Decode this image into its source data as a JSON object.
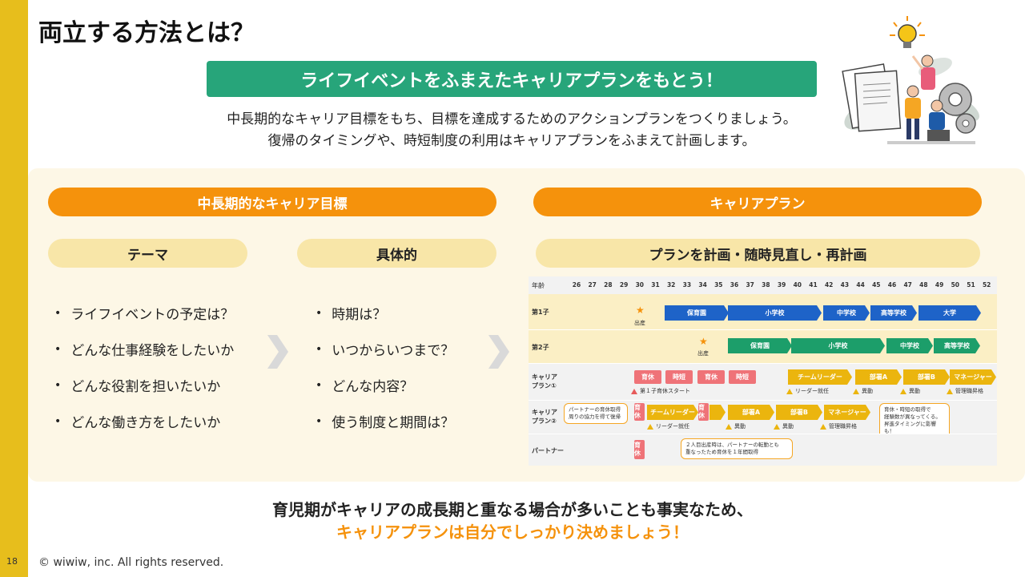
{
  "page_number": "18",
  "copyright": "© wiwiw, inc. All rights reserved.",
  "title": "両立する方法とは？",
  "banner": "ライフイベントをふまえたキャリアプランをもとう！",
  "intro": [
    "中長期的なキャリア目標をもち、目標を達成するためのアクションプランをつくりましょう。",
    "復帰のタイミングや、時短制度の利用はキャリアプランをふまえて計画します。"
  ],
  "left_section": {
    "header": "中長期的なキャリア目標",
    "theme": {
      "label": "テーマ",
      "items": [
        "ライフイベントの予定は？",
        "どんな仕事経験をしたいか",
        "どんな役割を担いたいか",
        "どんな働き方をしたいか"
      ]
    },
    "concrete": {
      "label": "具体的",
      "items": [
        "時期は？",
        "いつからいつまで？",
        "どんな内容？",
        "使う制度と期間は？"
      ]
    }
  },
  "right_section": {
    "header": "キャリアプラン",
    "subheader": "プランを計画・随時見直し・再計画"
  },
  "plan_chart": {
    "age_label": "年齢",
    "ages": [
      "26",
      "27",
      "28",
      "29",
      "30",
      "31",
      "32",
      "33",
      "34",
      "35",
      "36",
      "37",
      "38",
      "39",
      "40",
      "41",
      "42",
      "43",
      "44",
      "45",
      "46",
      "47",
      "48",
      "49",
      "50",
      "51",
      "52"
    ],
    "row_labels": {
      "child1": "第1子",
      "child2": "第2子",
      "career1": [
        "キャリア",
        "プラン①"
      ],
      "career2": [
        "キャリア",
        "プラン②"
      ],
      "partner": "パートナー"
    },
    "child1": {
      "birth": "出産",
      "bars": [
        {
          "label": "保育園",
          "start": 31,
          "end": 35
        },
        {
          "label": "小学校",
          "start": 35,
          "end": 41
        },
        {
          "label": "中学校",
          "start": 41,
          "end": 44
        },
        {
          "label": "高等学校",
          "start": 44,
          "end": 47
        },
        {
          "label": "大学",
          "start": 47,
          "end": 51
        }
      ]
    },
    "child2": {
      "birth": "出産",
      "bars": [
        {
          "label": "保育園",
          "start": 35,
          "end": 39
        },
        {
          "label": "小学校",
          "start": 39,
          "end": 45
        },
        {
          "label": "中学校",
          "start": 45,
          "end": 48
        },
        {
          "label": "高等学校",
          "start": 48,
          "end": 51
        }
      ]
    },
    "career1": {
      "pinks": [
        "育休",
        "時短",
        "育休",
        "時短"
      ],
      "golds": [
        "チームリーダー",
        "部署A",
        "部署B",
        "マネージャー"
      ],
      "notes": [
        "第１子育休スタート",
        "リーダー就任",
        "異動",
        "異動",
        "管理職昇格"
      ]
    },
    "career2": {
      "pinks": [
        "育休",
        "育休"
      ],
      "golds": [
        "チームリーダー",
        "部署A",
        "部署B",
        "マネージャー"
      ],
      "notes": [
        "リーダー就任",
        "異動",
        "異動",
        "管理職昇格"
      ],
      "callout_left": [
        "パートナーの育休取得",
        "周りの協力を得て復帰"
      ],
      "callout_right": [
        "育休・時短の取得で",
        "経験数が異なってくる。",
        "昇進タイミングに影響も！"
      ]
    },
    "partner": {
      "pink": "育休",
      "callout": [
        "２人目出産時は、パートナーの転勤とも",
        "重なったため育休を１年間取得"
      ]
    }
  },
  "bottom": {
    "line1": "育児期がキャリアの成長期と重なる場合が多いことも事実なため、",
    "line2": "キャリアプランは自分でしっかり決めましょう！"
  },
  "colors": {
    "sidebar": "#E7BE1C",
    "banner": "#27A57A",
    "orange": "#F5920C",
    "cream": "#F8E6A8",
    "blue": "#1E63C8",
    "green": "#1C9E6A",
    "gold": "#EBB50E",
    "pink": "#EF7378"
  }
}
